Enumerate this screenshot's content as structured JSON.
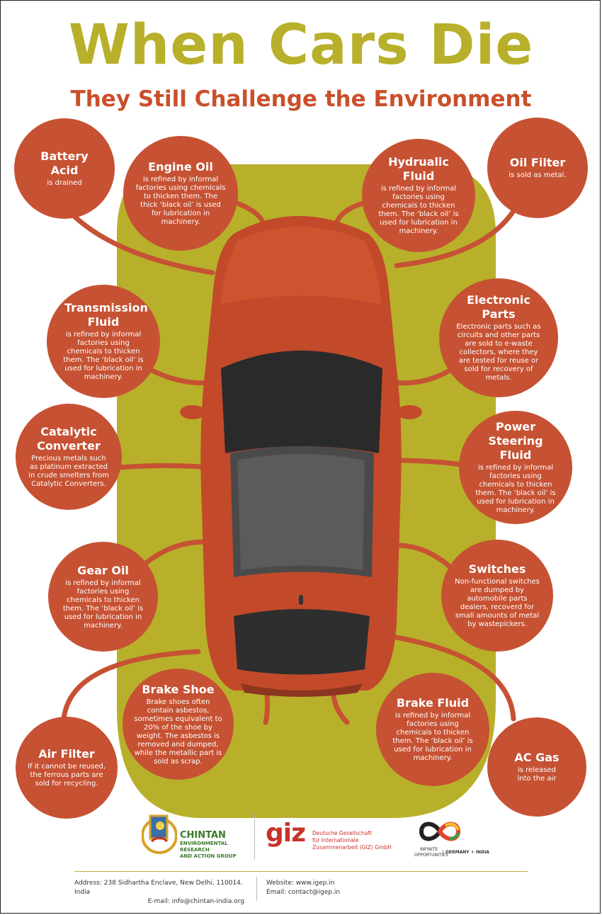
{
  "header": {
    "title": "When Cars Die",
    "subtitle": "They Still Challenge the Environment"
  },
  "colors": {
    "title": "#b8b02a",
    "subtitle": "#c9502b",
    "bubble": "#c65233",
    "backdrop": "#b8b02a",
    "car": "#c24a2a"
  },
  "parts": [
    {
      "name": "Battery Acid",
      "text": "is drained"
    },
    {
      "name": "Engine Oil",
      "text": "is refined by informal factories using chemicals to thicken them. The thick ‘black oil’ is used for lubrication in machinery."
    },
    {
      "name": "Hydrualic Fluid",
      "text": "is refined by informal factories using chemicals to thicken them. The ‘black oil’ is used for lubrication in machinery."
    },
    {
      "name": "Oil Filter",
      "text": "is sold as metal."
    },
    {
      "name": "Transmission Fluid",
      "text": "is refined by informal factories using chemicals to thicken them. The ‘black oil’ is used for lubrication in machinery."
    },
    {
      "name": "Electronic Parts",
      "text": "Electronic parts such as circuits and other parts are sold to e-waste collectors, where they are tested for reuse or sold for recovery of metals."
    },
    {
      "name": "Catalytic Converter",
      "text": "Precious metals such as platinum extracted in crude smelters from Catalytic Converters."
    },
    {
      "name": "Power Steering Fluid",
      "text": "is refined by informal factories using chemicals to thicken them. The ‘black oil’ is used for lubrication in machinery."
    },
    {
      "name": "Gear Oil",
      "text": "is refined by informal factories using chemicals to thicken them. The ‘black oil’ is used for lubrication in machinery."
    },
    {
      "name": "Switches",
      "text": "Non-functional switches are dumped by automobile parts dealers, recoverd for small amounts of metal by wastepickers."
    },
    {
      "name": "Brake Shoe",
      "text": "Brake shoes often contain asbestos, sometimes equivalent to 20% of the shoe by weight. The asbestos is removed and dumped, while the metallic part is sold as scrap."
    },
    {
      "name": "Brake Fluid",
      "text": "is refined by informal factories using chemicals to thicken them. The ‘black oil’ is used for lubrication in machinery."
    },
    {
      "name": "Air Filter",
      "text": "If it cannot be reused, the ferrous parts are sold for recycling."
    },
    {
      "name": "AC Gas",
      "text": "is released into the air"
    }
  ],
  "footer": {
    "chintan_name": "CHINTAN",
    "chintan_sub1": "ENVIRONMENTAL RESEARCH",
    "chintan_sub2": "AND ACTION GROUP",
    "giz_logo": "giz",
    "giz_line1": "Deutsche Gesellschaft",
    "giz_line2": "für Internationale",
    "giz_line3": "Zusammenarbeit (GIZ) GmbH",
    "igep_line1": "INFINITE",
    "igep_line2": "OPPORTUNITIES",
    "igep_line3": "GERMANY + INDIA",
    "address": "Address: 238 Sidhartha Enclave, New Delhi, 110014. India",
    "email_left": "E-mail: info@chintan-india.org",
    "website": "Website: www.igep.in",
    "email_right": "Email: contact@igep.in"
  }
}
